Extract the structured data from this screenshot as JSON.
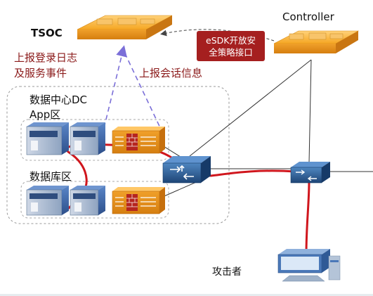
{
  "diagram": {
    "nodes": {
      "tsoc": {
        "label": "TSOC"
      },
      "controller": {
        "label": "Controller"
      },
      "data_center": {
        "label": "数据中心DC"
      },
      "app_zone": {
        "label": "App区"
      },
      "db_zone": {
        "label": "数据库区"
      },
      "attacker": {
        "label": "攻击者"
      }
    },
    "annotations": {
      "report_logs_line1": "上报登录日志",
      "report_logs_line2": "及服务事件",
      "report_session": "上报会话信息",
      "esdk_line1": "eSDK开放安",
      "esdk_line2": "全策略接口"
    },
    "colors": {
      "attack_path": "#d0161d",
      "dashed_blue": "#7b6fd8",
      "dashed_dark": "#444444",
      "link_line": "#333333",
      "label_red": "#8b1a1a",
      "esdk_bg": "#a51f1f",
      "device_orange": "#f5a623",
      "switch_blue": "#2f5f93",
      "server_blue": "#3e6db5"
    },
    "icons": [
      "tsoc-platform-icon",
      "controller-platform-icon",
      "app-server-icon",
      "db-server-icon",
      "firewall-icon",
      "core-switch-icon",
      "edge-switch-icon",
      "attacker-pc-icon"
    ]
  }
}
